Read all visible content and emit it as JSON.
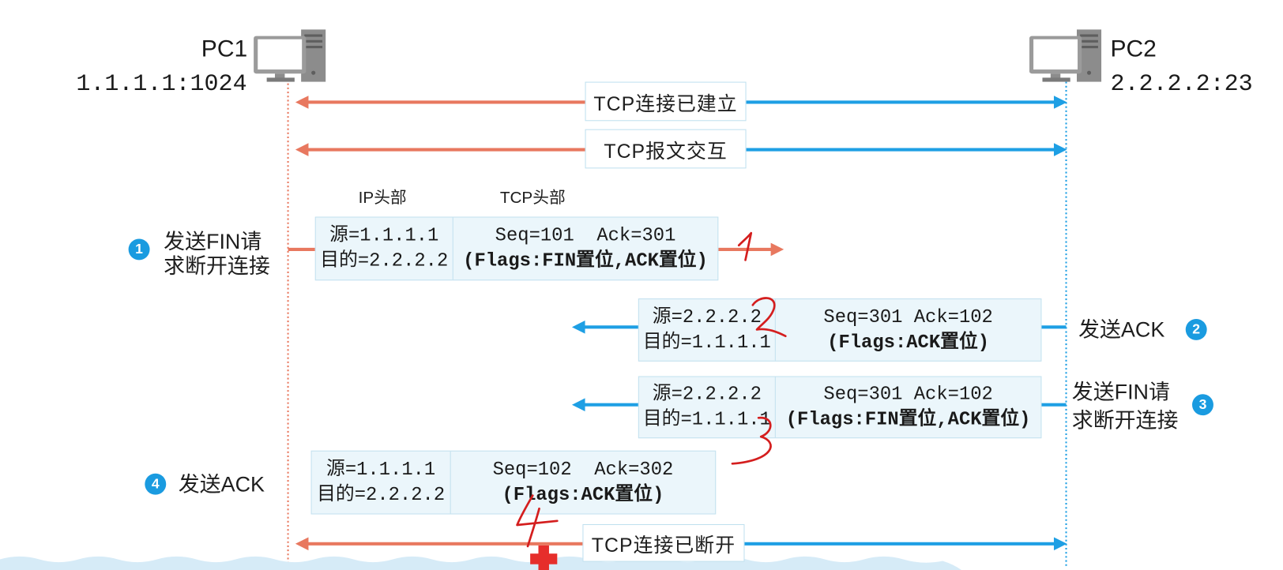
{
  "hosts": {
    "pc1": {
      "name": "PC1",
      "address": "1.1.1.1:1024",
      "icon": "computer-icon"
    },
    "pc2": {
      "name": "PC2",
      "address": "2.2.2.2:23",
      "icon": "computer-icon"
    }
  },
  "banners": {
    "established": "TCP连接已建立",
    "exchange": "TCP报文交互",
    "closed": "TCP连接已断开"
  },
  "headers": {
    "ip": "IP头部",
    "tcp": "TCP头部"
  },
  "steps": [
    {
      "number": "1",
      "action_lines": [
        "发送FIN请",
        "求断开连接"
      ],
      "src": "源=1.1.1.1",
      "dst": "目的=2.2.2.2",
      "seq_ack": "Seq=101  Ack=301",
      "flags": "(Flags:FIN置位,ACK置位)"
    },
    {
      "number": "2",
      "action_lines": [
        "发送ACK"
      ],
      "src": "源=2.2.2.2",
      "dst": "目的=1.1.1.1",
      "seq_ack": "Seq=301 Ack=102",
      "flags": "(Flags:ACK置位)"
    },
    {
      "number": "3",
      "action_lines": [
        "发送FIN请",
        "求断开连接"
      ],
      "src": "源=2.2.2.2",
      "dst": "目的=1.1.1.1",
      "seq_ack": "Seq=301 Ack=102",
      "flags": "(Flags:FIN置位,ACK置位)"
    },
    {
      "number": "4",
      "action_lines": [
        "发送ACK"
      ],
      "src": "源=1.1.1.1",
      "dst": "目的=2.2.2.2",
      "seq_ack": "Seq=102  Ack=302",
      "flags": "(Flags:ACK置位)"
    }
  ],
  "colors": {
    "pc1_side": "#e8785f",
    "pc2_side": "#1e9fe4",
    "step_badge": "#1a9be0",
    "packet_fill": "#ebf6fb",
    "packet_border": "#c3e1ef",
    "handwriting": "#d41e1e",
    "marker": "#e62e2b"
  },
  "icons": {
    "marker": "red-cross-icon"
  },
  "handwritten_marks": [
    "1",
    "2",
    "3",
    "4"
  ]
}
